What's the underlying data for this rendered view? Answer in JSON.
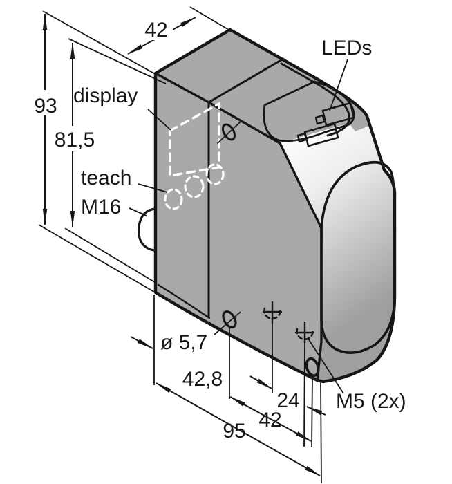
{
  "drawing": {
    "kind": "sensor-dimension-drawing",
    "view": "isometric"
  },
  "labels": {
    "width_top": "42",
    "height_overall": "93",
    "height_secondary": "81,5",
    "display": "display",
    "teach": "teach",
    "connector": "M16",
    "leds": "LEDs",
    "hole_diameter": "ø 5,7",
    "dim_42_8": "42,8",
    "dim_24": "24",
    "dim_42_bottom": "42",
    "depth_overall": "95",
    "thread": "M5 (2x)"
  },
  "dimensions_mm": {
    "width_top": 42,
    "height_overall": 93,
    "height_secondary": 81.5,
    "hole_diameter": 5.7,
    "hole_offset_back": 42.8,
    "thread_spacing": 24,
    "hole_to_front": 42,
    "depth_overall": 95
  },
  "colors": {
    "background": "#ffffff",
    "line": "#161616",
    "body_gray": "#a9a9a9",
    "recess_gray": "#dadada",
    "led_window_gray": "#c9c9c9",
    "connector_gray": "#c8c8c8",
    "hidden_line_white": "#ffffff"
  }
}
